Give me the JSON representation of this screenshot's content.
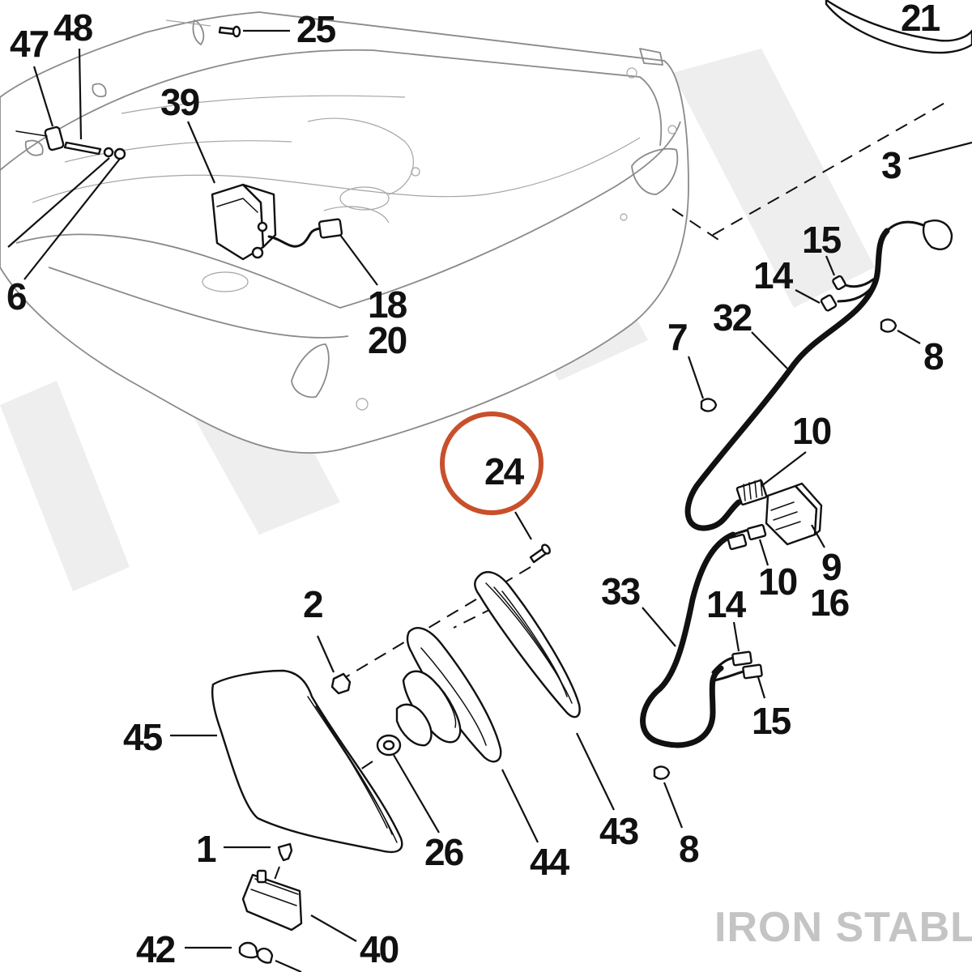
{
  "diagram": {
    "callouts": [
      {
        "key": "c47",
        "text": "47"
      },
      {
        "key": "c48",
        "text": "48"
      },
      {
        "key": "c25",
        "text": "25"
      },
      {
        "key": "c21",
        "text": "21"
      },
      {
        "key": "c39",
        "text": "39"
      },
      {
        "key": "c3",
        "text": "3"
      },
      {
        "key": "c6",
        "text": "6"
      },
      {
        "key": "c15a",
        "text": "15"
      },
      {
        "key": "c14a",
        "text": "14"
      },
      {
        "key": "c32",
        "text": "32"
      },
      {
        "key": "c18",
        "text": "18"
      },
      {
        "key": "c20",
        "text": "20"
      },
      {
        "key": "c7",
        "text": "7"
      },
      {
        "key": "c8a",
        "text": "8"
      },
      {
        "key": "c10a",
        "text": "10"
      },
      {
        "key": "c24",
        "text": "24"
      },
      {
        "key": "c9",
        "text": "9"
      },
      {
        "key": "c10b",
        "text": "10"
      },
      {
        "key": "c16",
        "text": "16"
      },
      {
        "key": "c2",
        "text": "2"
      },
      {
        "key": "c33",
        "text": "33"
      },
      {
        "key": "c14b",
        "text": "14"
      },
      {
        "key": "c45",
        "text": "45"
      },
      {
        "key": "c15b",
        "text": "15"
      },
      {
        "key": "c26",
        "text": "26"
      },
      {
        "key": "c44",
        "text": "44"
      },
      {
        "key": "c43",
        "text": "43"
      },
      {
        "key": "c8b",
        "text": "8"
      },
      {
        "key": "c1",
        "text": "1"
      },
      {
        "key": "c42",
        "text": "42"
      },
      {
        "key": "c40",
        "text": "40"
      }
    ],
    "highlighted_callout": "24",
    "highlight_color": "#c8502a",
    "watermark": "IRON STABLE",
    "watermark_color": "#c4c4c4"
  }
}
